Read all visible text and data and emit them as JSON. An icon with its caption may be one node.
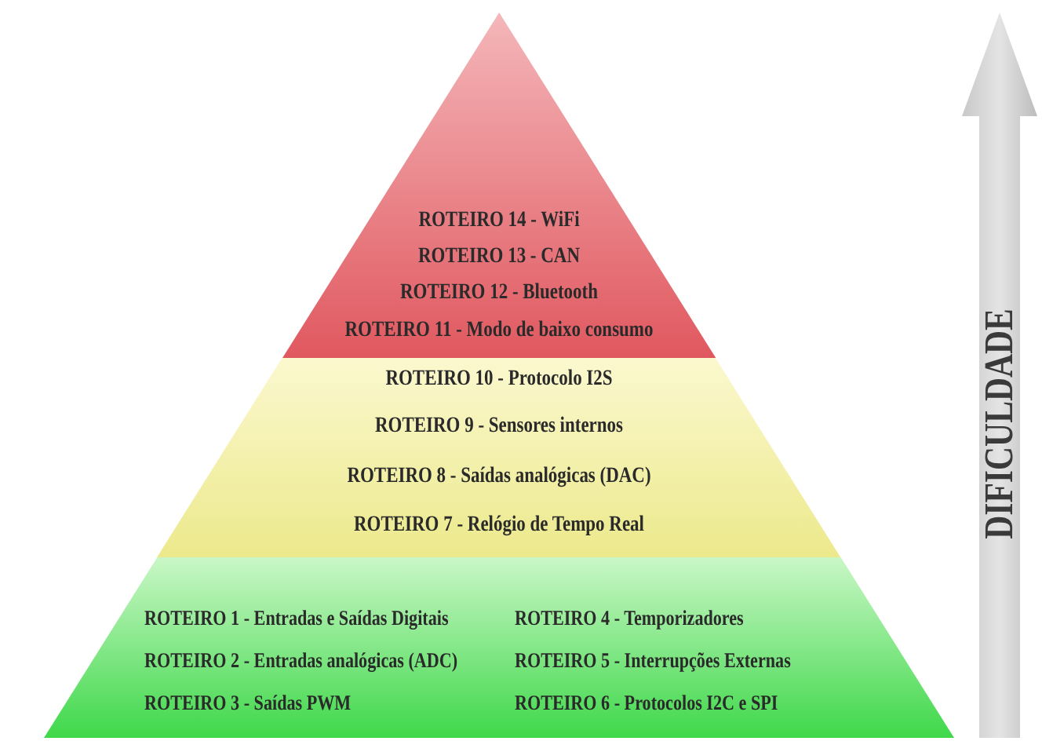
{
  "diagram": {
    "nodes": [
      {
        "text": [
          "ROTEIRO 14 - WiFi",
          "ROTEIRO 13 - CAN",
          "ROTEIRO 12 - Bluetooth",
          "ROTEIRO 11 - Modo de baixo consumo"
        ]
      },
      {
        "text": [
          "ROTEIRO 10 - Protocolo I2S",
          "ROTEIRO 9 - Sensores internos",
          "ROTEIRO 8 - Saídas analógicas (DAC)",
          "ROTEIRO 7 - Relógio de Tempo Real"
        ]
      },
      {
        "text": [
          "ROTEIRO 1 - Entradas e Saídas Digitais",
          "ROTEIRO 2 - Entradas analógicas (ADC)",
          "ROTEIRO 3 - Saídas PWM",
          "ROTEIRO 4 - Temporizadores",
          "ROTEIRO 5 - Interrupções Externas",
          "ROTEIRO 6 - Protocolos I2C e SPI"
        ]
      },
      {
        "text": [
          "DIFICULDADE"
        ]
      }
    ]
  }
}
